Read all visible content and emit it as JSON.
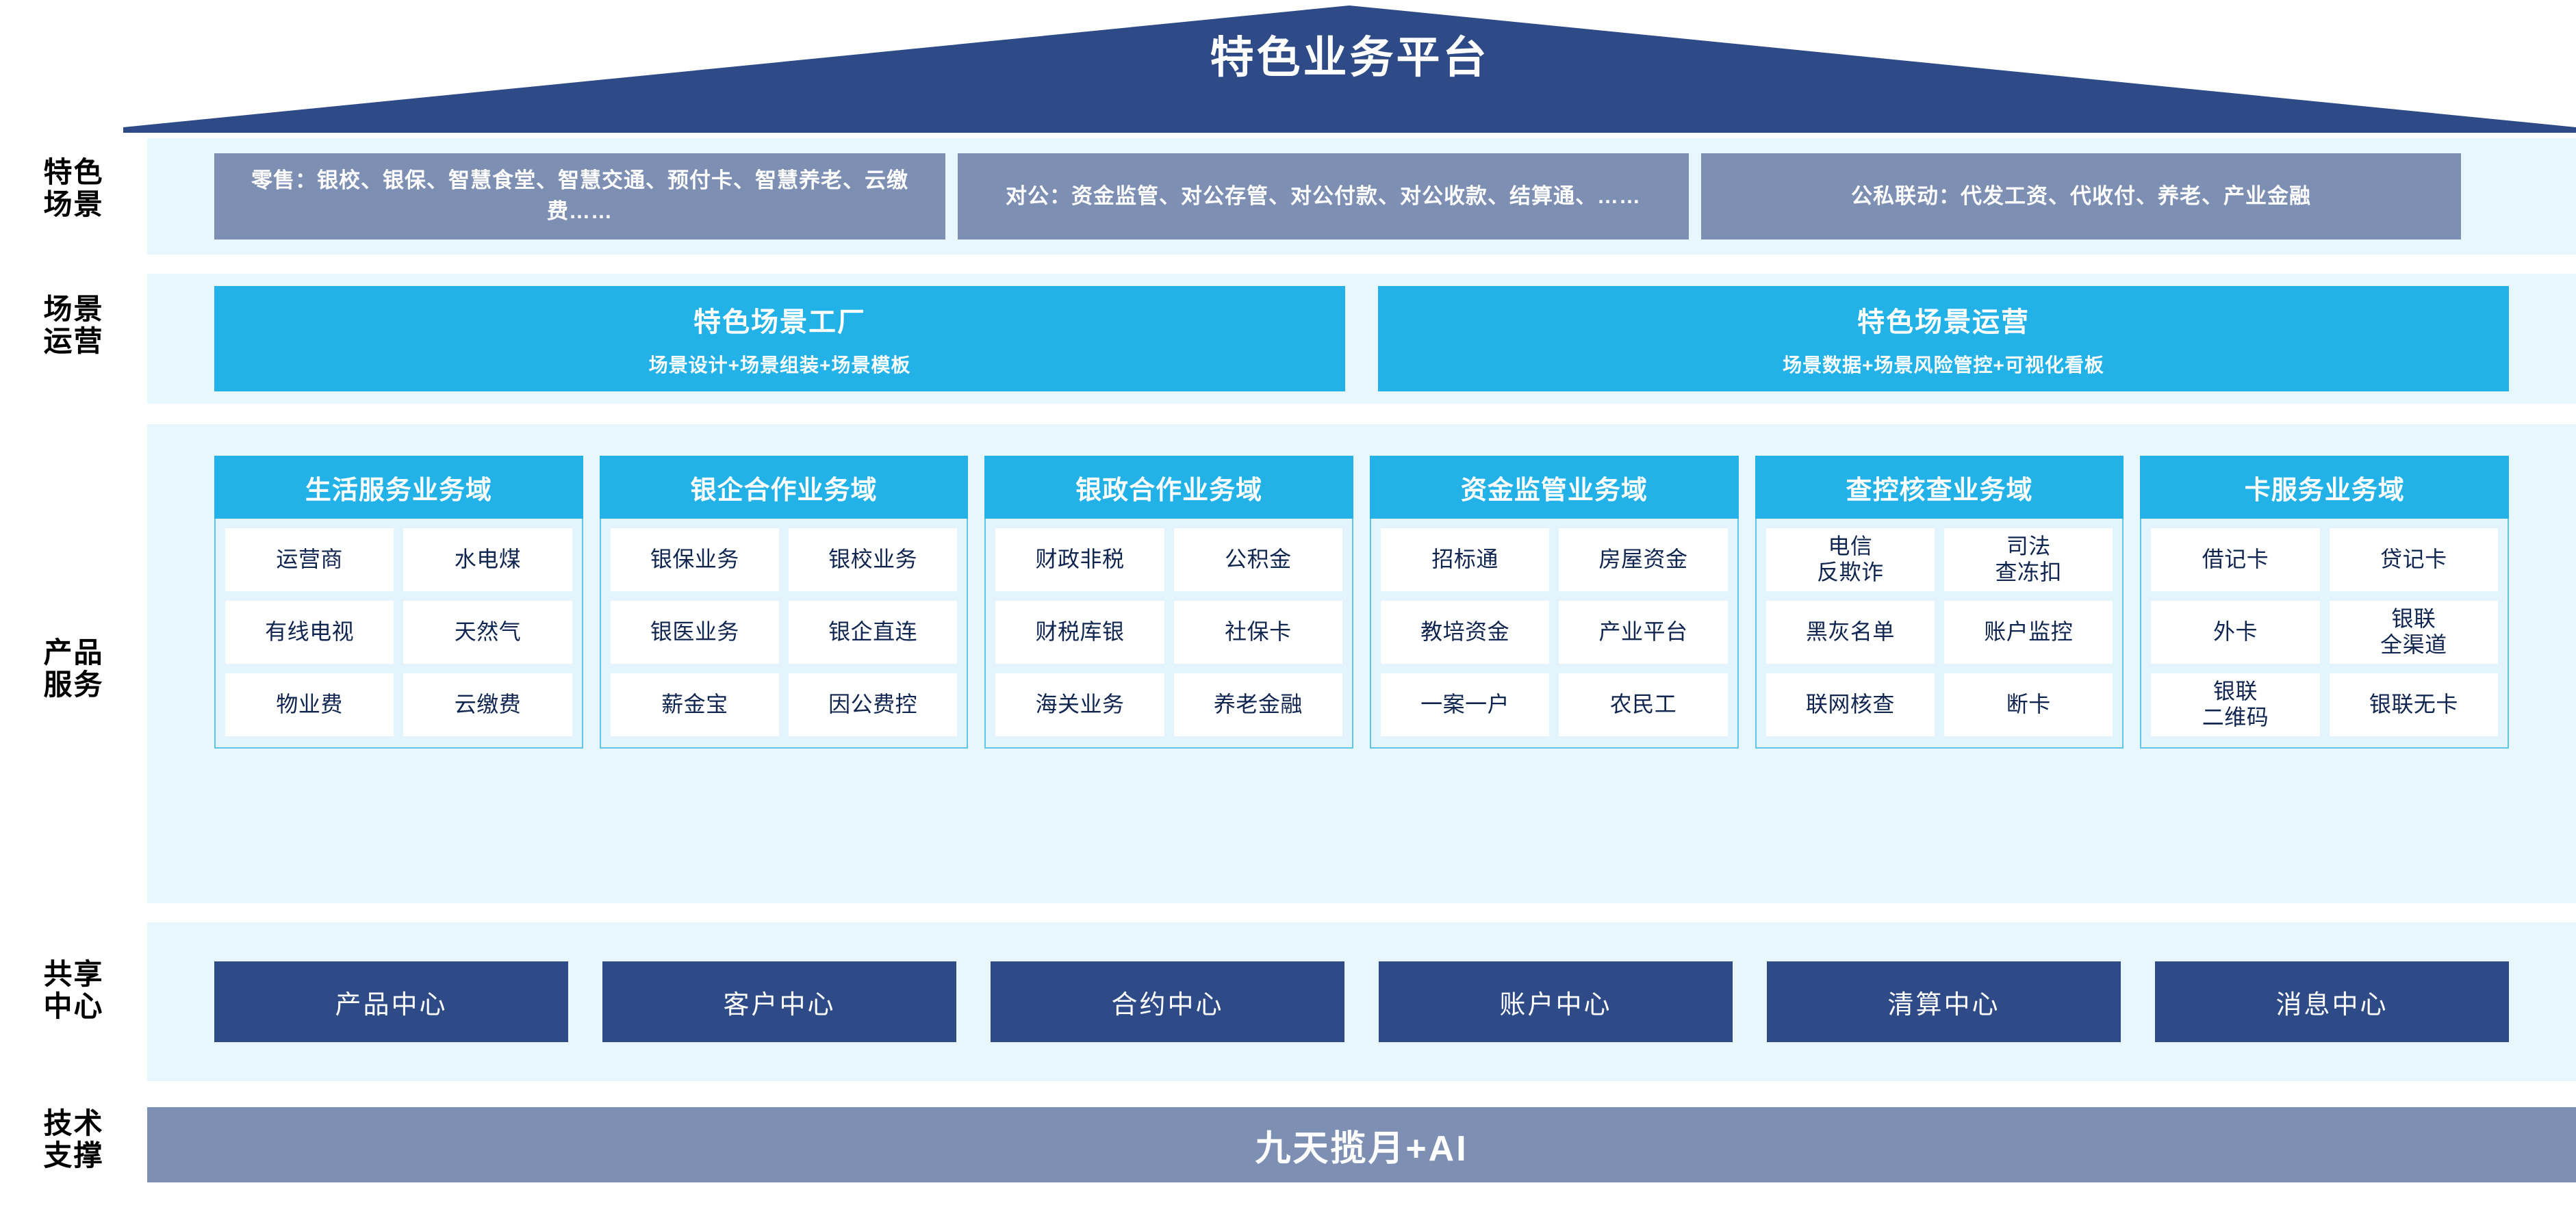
{
  "header": {
    "title": "特色业务平台"
  },
  "rows": {
    "scene_label": "特色\n场景",
    "ops_label": "场景\n运营",
    "product_label": "产品\n服务",
    "shared_label": "共享\n中心",
    "tech_label": "技术\n支撑"
  },
  "scenes": [
    {
      "name": "retail",
      "text": "零售：银校、银保、智慧食堂、智慧交通、预付卡、智慧养老、云缴费……"
    },
    {
      "name": "corporate",
      "text": "对公：资金监管、对公存管、对公付款、对公收款、结算通、……"
    },
    {
      "name": "joint",
      "text": "公私联动：代发工资、代收付、养老、产业金融"
    }
  ],
  "operations": [
    {
      "title": "特色场景工厂",
      "subtitle": "场景设计+场景组装+场景模板"
    },
    {
      "title": "特色场景运营",
      "subtitle": "场景数据+场景风险管控+可视化看板"
    }
  ],
  "domains": [
    {
      "title": "生活服务业务域",
      "rows": [
        [
          "运营商",
          "水电煤"
        ],
        [
          "有线电视",
          "天然气"
        ],
        [
          "物业费",
          "云缴费"
        ]
      ]
    },
    {
      "title": "银企合作业务域",
      "rows": [
        [
          "银保业务",
          "银校业务"
        ],
        [
          "银医业务",
          "银企直连"
        ],
        [
          "薪金宝",
          "因公费控"
        ]
      ]
    },
    {
      "title": "银政合作业务域",
      "rows": [
        [
          "财政非税",
          "公积金"
        ],
        [
          "财税库银",
          "社保卡"
        ],
        [
          "海关业务",
          "养老金融"
        ]
      ]
    },
    {
      "title": "资金监管业务域",
      "rows": [
        [
          "招标通",
          "房屋资金"
        ],
        [
          "教培资金",
          "产业平台"
        ],
        [
          "一案一户",
          "农民工"
        ]
      ]
    },
    {
      "title": "查控核查业务域",
      "rows": [
        [
          "电信\n反欺诈",
          "司法\n查冻扣"
        ],
        [
          "黑灰名单",
          "账户监控"
        ],
        [
          "联网核查",
          "断卡"
        ]
      ]
    },
    {
      "title": "卡服务业务域",
      "rows": [
        [
          "借记卡",
          "贷记卡"
        ],
        [
          "外卡",
          "银联\n全渠道"
        ],
        [
          "银联\n二维码",
          "银联无卡"
        ]
      ]
    }
  ],
  "shared_centers": [
    "产品中心",
    "客户中心",
    "合约中心",
    "账户中心",
    "清算中心",
    "消息中心"
  ],
  "tech_support": {
    "label": "九天揽月+AI"
  },
  "colors": {
    "roof_navy": "#2e4b87",
    "band_light": "#e8f6fe",
    "scene_slate": "#7d8fb3",
    "cyan": "#22b2e8",
    "card_border": "#5ec6e8",
    "card_bg": "#e3f4fd",
    "text_navy": "#10254f"
  }
}
